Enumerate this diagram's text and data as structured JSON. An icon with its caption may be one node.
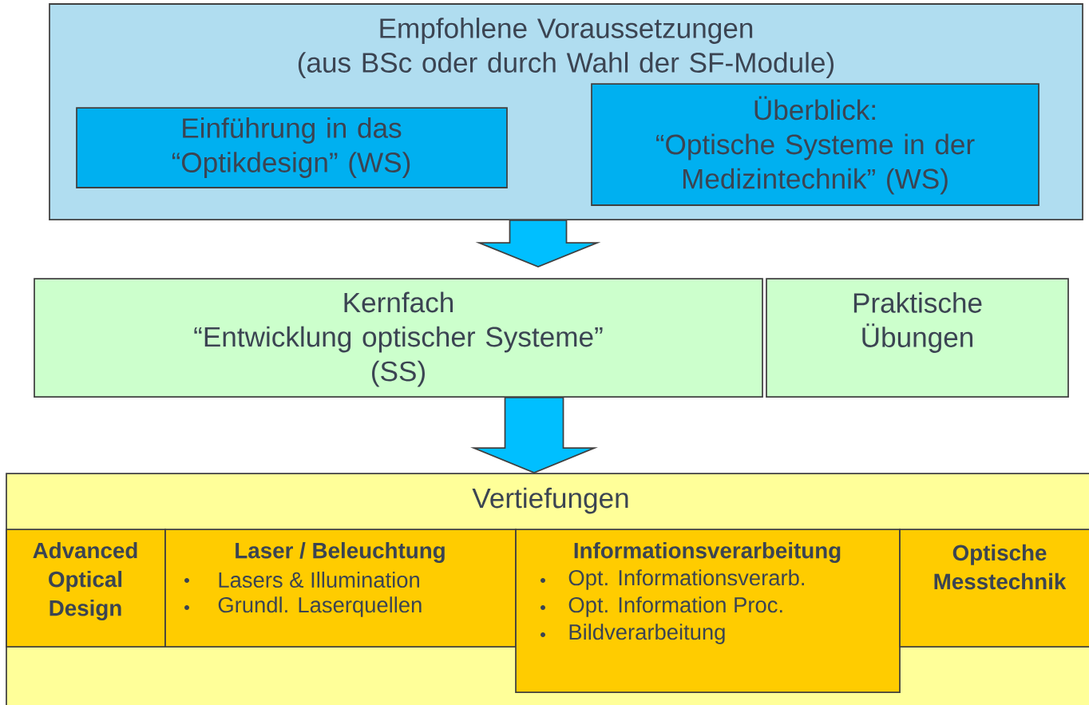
{
  "diagram": {
    "nodes": [
      {
        "text": [
          "Empfohlene Voraussetzungen",
          "(aus BSc oder durch Wahl der SF-Module)"
        ]
      },
      {
        "text": [
          "Einführung in das “Optikdesign” (WS)"
        ],
        "in": 0
      },
      {
        "text": [
          "Überblick:",
          "“Optische Systeme in der Medizintechnik” (WS)"
        ],
        "in": 0
      },
      {
        "text": [
          "Kernfach",
          "“Entwicklung optischer Systeme”",
          "(SS)"
        ]
      },
      {
        "text": [
          "Praktische Übungen"
        ]
      },
      {
        "text": [
          "Vertiefungen"
        ]
      },
      {
        "text": [
          "Advanced Optical Design"
        ],
        "in": 5
      },
      {
        "text": [
          "Laser / Beleuchtung",
          "Lasers & Illumination",
          "Grundl. Laserquellen"
        ],
        "in": 5
      },
      {
        "text": [
          "Informationsverarbeitung",
          "Opt. Informationsverarb.",
          "Opt. Information Proc.",
          "Bildverarbeitung"
        ],
        "in": 5
      },
      {
        "text": [
          "Optische Messtechnik"
        ],
        "in": 5
      }
    ],
    "edges": [
      {
        "from": 0,
        "to": 3,
        "arrow": "to"
      },
      {
        "from": 3,
        "to": 5,
        "arrow": "to"
      }
    ]
  }
}
